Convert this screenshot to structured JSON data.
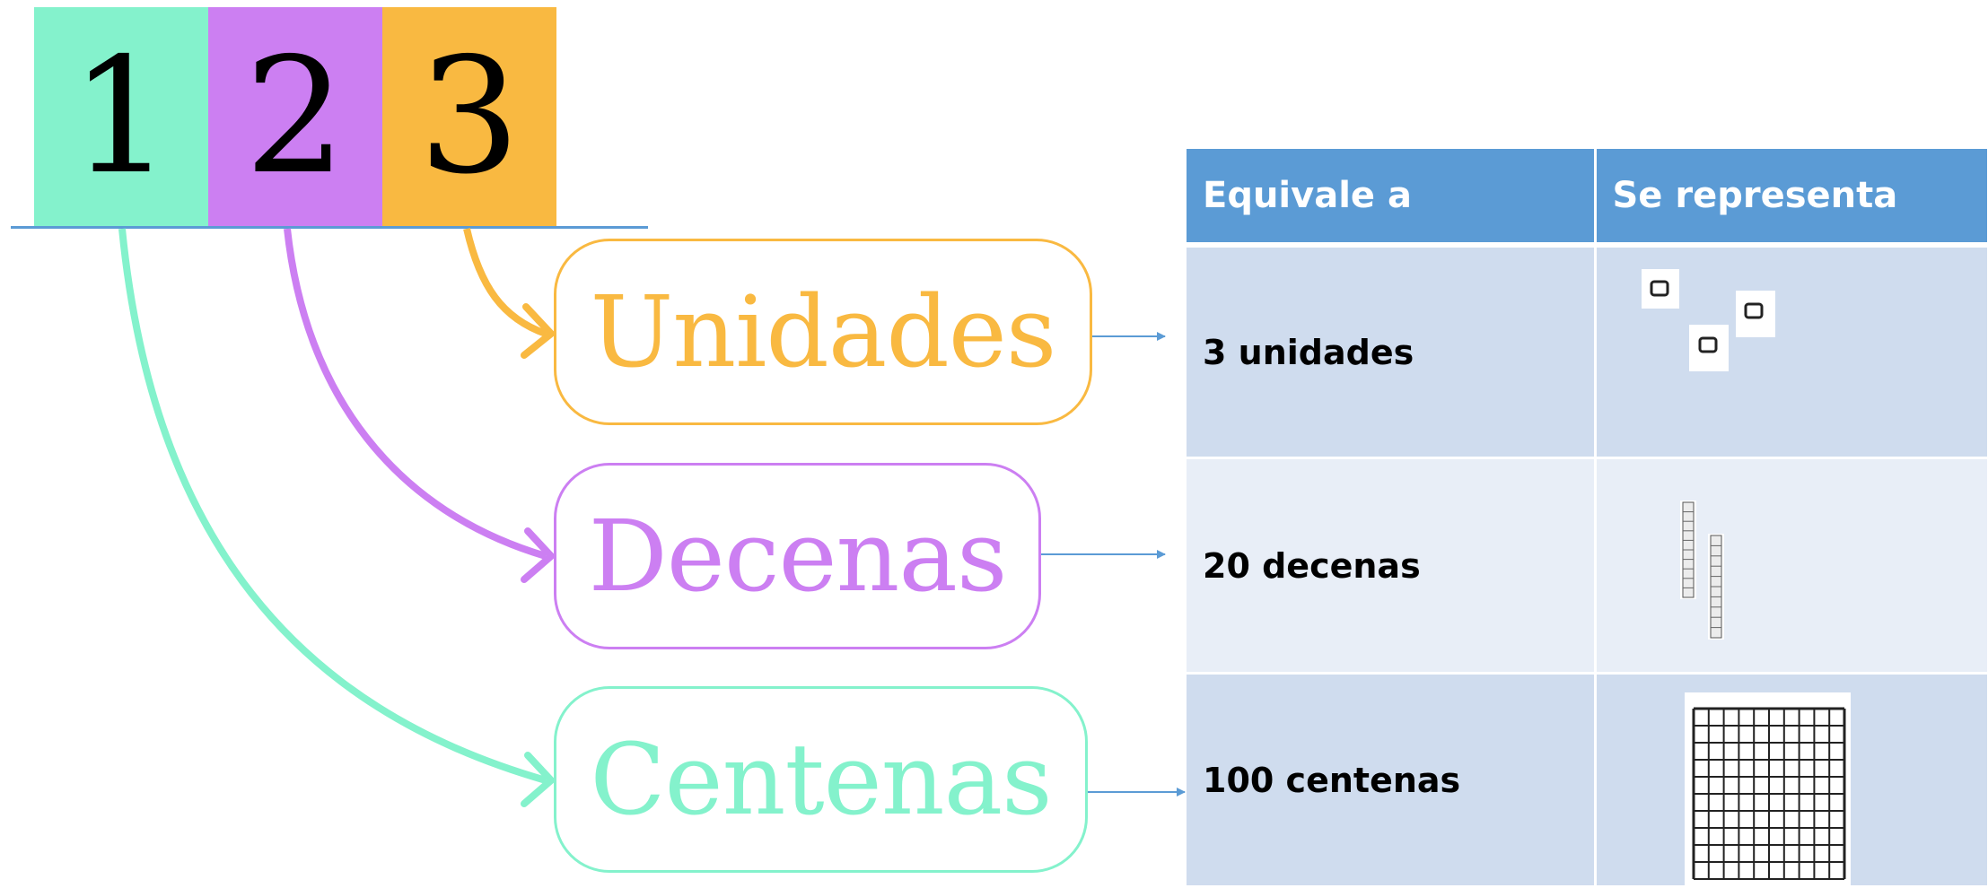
{
  "number": {
    "digits": [
      "1",
      "2",
      "3"
    ]
  },
  "places": {
    "unidades": "Unidades",
    "decenas": "Decenas",
    "centenas": "Centenas"
  },
  "table": {
    "headers": [
      "Equivale a",
      "Se representa"
    ],
    "rows": [
      {
        "equivale": "3 unidades",
        "representation": "3 unit cubes"
      },
      {
        "equivale": "20 decenas",
        "representation": "2 ten rods"
      },
      {
        "equivale": "100 centenas",
        "representation": "1 hundred flat (10x10 grid)"
      }
    ]
  },
  "colors": {
    "unidades": "#f9b941",
    "decenas": "#cc7ff2",
    "centenas": "#84f2cc",
    "table_header": "#5b9bd5",
    "row_dark": "#cfdcee",
    "row_light": "#e8eef7"
  }
}
